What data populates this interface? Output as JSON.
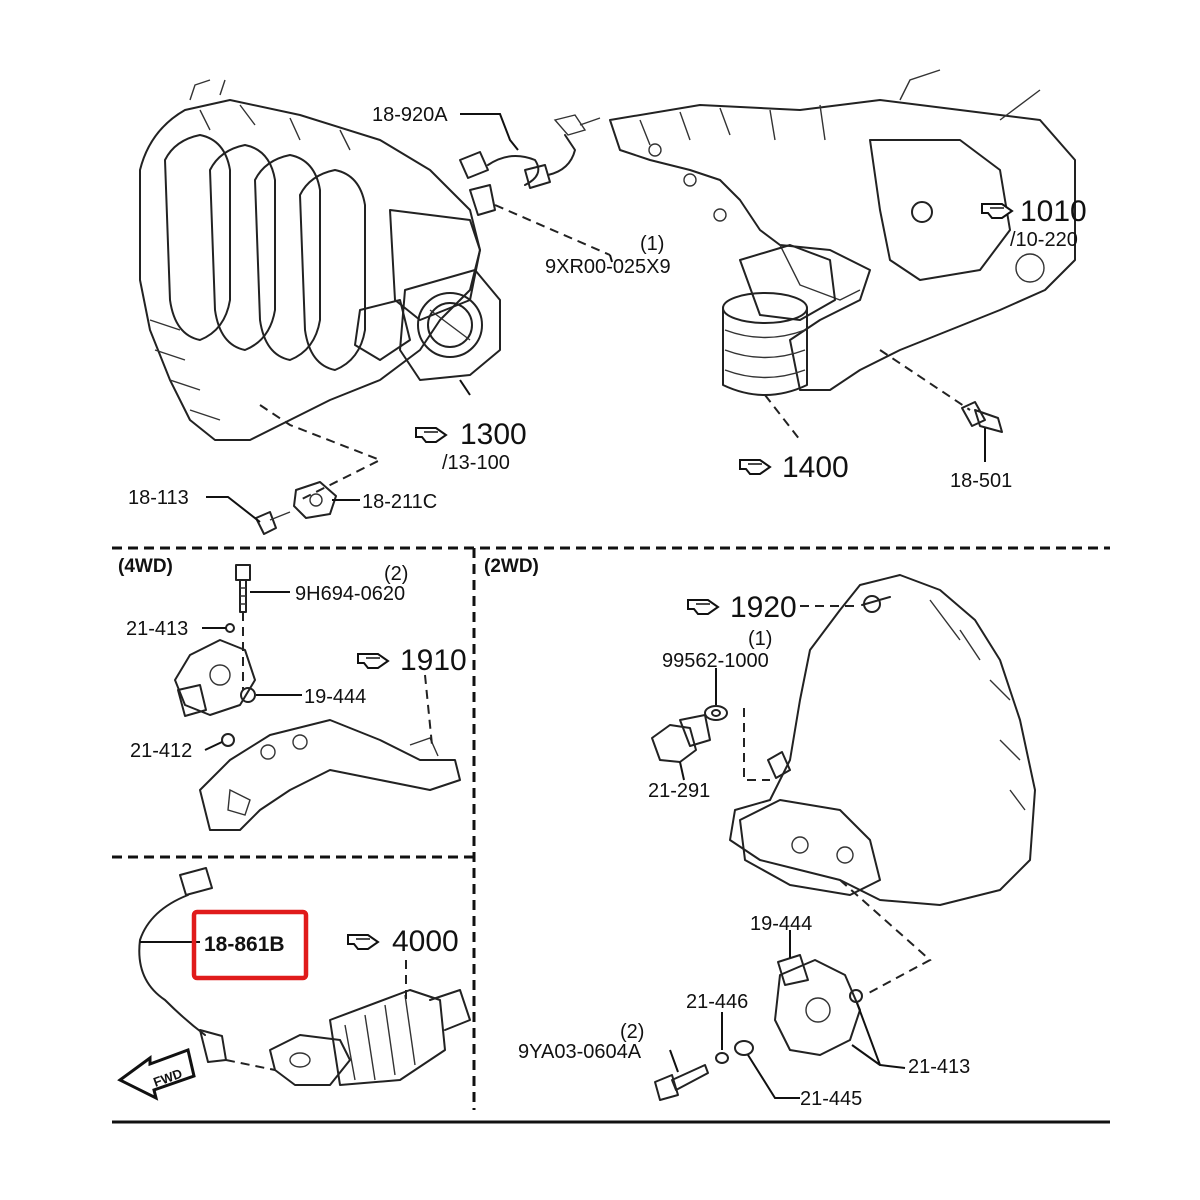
{
  "sections": {
    "left_mid": "(4WD)",
    "right_mid": "(2WD)"
  },
  "refs": {
    "r1010": {
      "main": "1010",
      "sub": "/10-220"
    },
    "r1300": {
      "main": "1300",
      "sub": "/13-100"
    },
    "r1400": {
      "main": "1400"
    },
    "r1910": {
      "main": "1910"
    },
    "r1920": {
      "main": "1920"
    },
    "r4000": {
      "main": "4000"
    }
  },
  "parts": {
    "p18_920a": "18-920A",
    "p9xr00_qty": "(1)",
    "p9xr00": "9XR00-025X9",
    "p18_501": "18-501",
    "p18_113": "18-113",
    "p18_211c": "18-211C",
    "p9h694_qty": "(2)",
    "p9h694": "9H694-0620",
    "p21_413_a": "21-413",
    "p19_444_a": "19-444",
    "p21_412": "21-412",
    "p99562_qty": "(1)",
    "p99562": "99562-1000",
    "p21_291": "21-291",
    "p18_861b": "18-861B",
    "p19_444_b": "19-444",
    "p21_446": "21-446",
    "p9ya03_qty": "(2)",
    "p9ya03": "9YA03-0604A",
    "p21_413_b": "21-413",
    "p21_445": "21-445"
  },
  "highlight": {
    "part": "18-861B",
    "color": "#e01b1b"
  },
  "fwd_arrow": {
    "text": "FWD"
  }
}
